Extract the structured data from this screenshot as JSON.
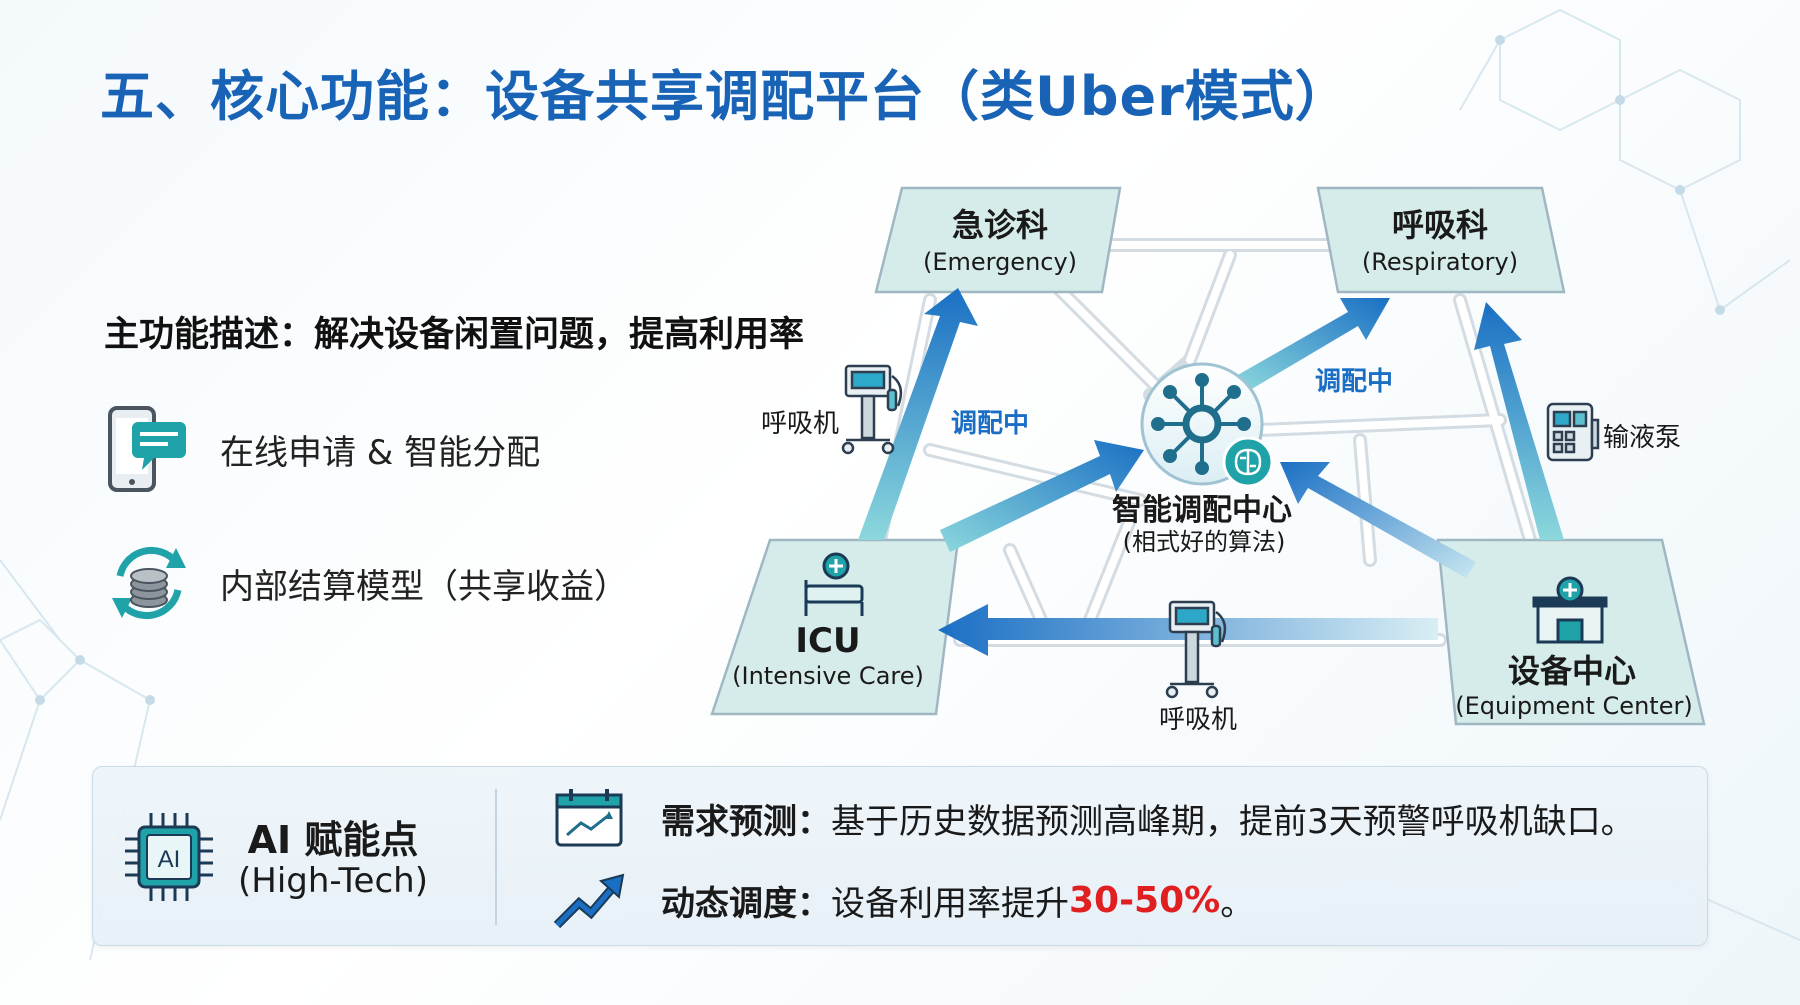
{
  "title": "五、核心功能：设备共享调配平台（类Uber模式）",
  "subtitle": "主功能描述：解决设备闲置问题，提高利用率",
  "features": [
    {
      "icon": "phone-chat-icon",
      "text": "在线申请 & 智能分配"
    },
    {
      "icon": "coins-cycle-icon",
      "text": "内部结算模型（共享收益）"
    }
  ],
  "diagram": {
    "nodes": {
      "emergency": {
        "title": "急诊科",
        "sub": "(Emergency)"
      },
      "respiratory": {
        "title": "呼吸科",
        "sub": "(Respiratory)"
      },
      "icu": {
        "title": "ICU",
        "sub": "(Intensive Care)"
      },
      "equipment": {
        "title": "设备中心",
        "sub": "(Equipment Center)"
      },
      "hub": {
        "title": "智能调配中心",
        "sub": "(相式好的算法)"
      }
    },
    "labels": {
      "dispatching_left": "调配中",
      "dispatching_right": "调配中",
      "ventilator_top": "呼吸机",
      "ventilator_bottom": "呼吸机",
      "infusion_pump": "输液泵"
    }
  },
  "ai_panel": {
    "title": "AI 赋能点",
    "subtitle": "(High-Tech)",
    "chip_label": "AI",
    "rows": [
      {
        "icon": "calendar-trend-icon",
        "label": "需求预测：",
        "text": "基于历史数据预测高峰期，提前3天预警呼吸机缺口。"
      },
      {
        "icon": "trend-arrow-icon",
        "label": "动态调度：",
        "text": "设备利用率提升",
        "highlight": "30-50%",
        "suffix": "。"
      }
    ]
  },
  "colors": {
    "title": "#1863b5",
    "arrow_dark": "#1a6fc4",
    "arrow_light": "#7fd3d8",
    "node_fill": "#d6ecea",
    "highlight": "#e02020"
  }
}
